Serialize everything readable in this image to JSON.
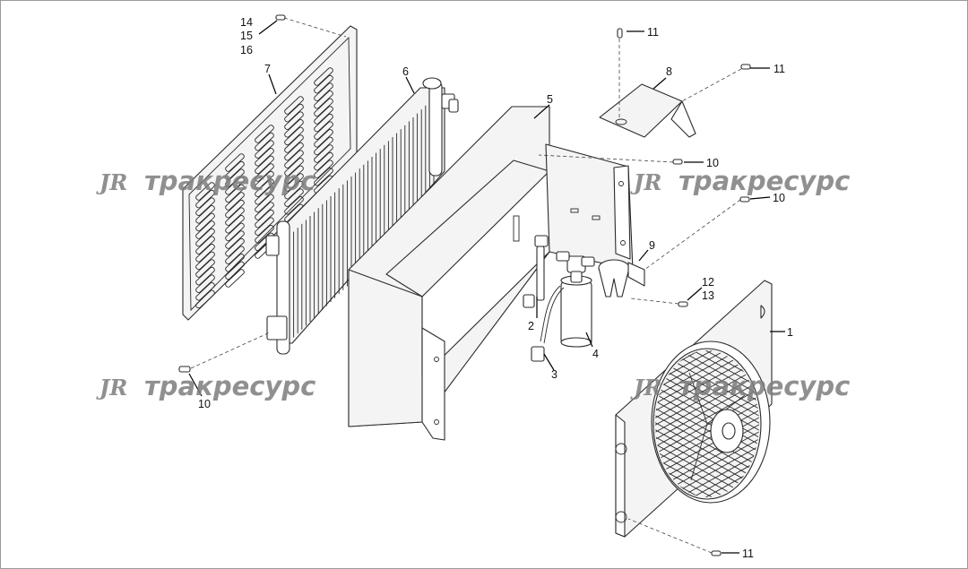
{
  "watermark": {
    "logo": "JR",
    "text": "тракресурс"
  },
  "callouts": {
    "c1": "1",
    "c2": "2",
    "c3": "3",
    "c4": "4",
    "c5": "5",
    "c6": "6",
    "c7": "7",
    "c8": "8",
    "c9": "9",
    "c10a": "10",
    "c10b": "10",
    "c10c": "10",
    "c11a": "11",
    "c11b": "11",
    "c11c": "11",
    "c12": "12",
    "c13": "13",
    "c14": "14",
    "c15": "15",
    "c16": "16"
  }
}
